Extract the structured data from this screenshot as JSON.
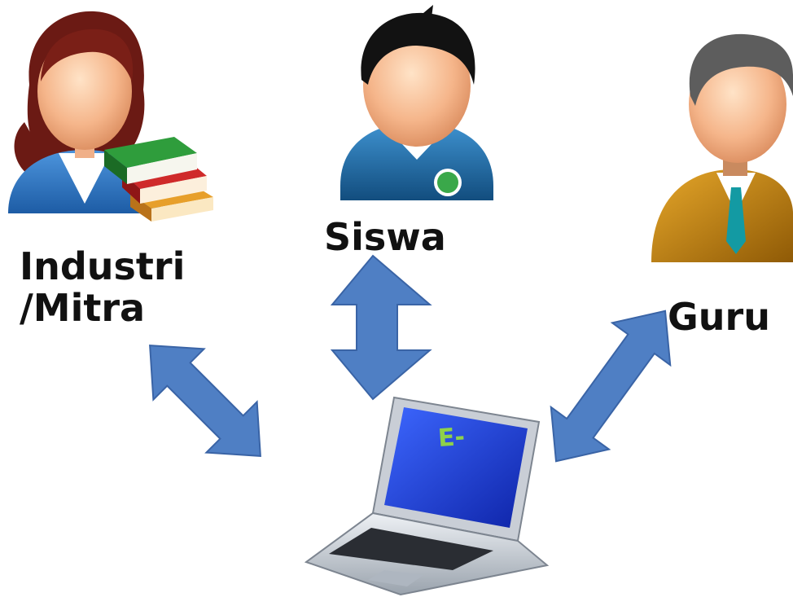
{
  "actors": {
    "siswa": "Siswa",
    "industri_line1": "Industri",
    "industri_line2": "/Mitra",
    "guru": "Guru"
  },
  "laptop": {
    "screen_text": "E-"
  },
  "colors": {
    "arrow_fill": "#4f7fc4",
    "arrow_stroke": "#3a64a6",
    "screen": "#1b3fd9",
    "student_shirt": "#1e6fa8",
    "woman_shirt": "#2e74c0",
    "teacher_jacket": "#c9870f",
    "label_text": "#111111"
  }
}
